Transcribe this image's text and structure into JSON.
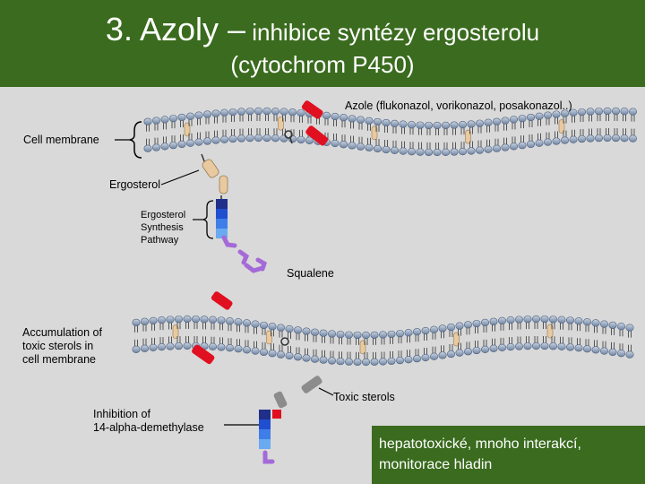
{
  "header": {
    "title_main": "3. Azoly –",
    "title_sub": " inhibice syntézy ergosterolu",
    "title_line2": "(cytochrom P450)"
  },
  "labels": {
    "azole": "Azole (flukonazol, vorikonazol, posakonazol..)",
    "cell_membrane": "Cell membrane",
    "ergosterol": "Ergosterol",
    "pathway": [
      "Ergosterol",
      "Synthesis",
      "Pathway"
    ],
    "squalene": "Squalene",
    "accumulation": [
      "Accumulation of",
      "toxic sterols in",
      "cell membrane"
    ],
    "toxic_sterols": "Toxic sterols",
    "inhibition": [
      "Inhibition of",
      "14-alpha-demethylase"
    ]
  },
  "note": {
    "line1": "hepatotoxické, mnoho interakcí,",
    "line2": "monitorace hladin"
  },
  "colors": {
    "header_bg": "#3a6b1e",
    "diagram_bg": "#d9d9d9",
    "membrane_head": "#8ea2bc",
    "azole_red": "#e01020",
    "ergosterol_tan": "#e8c9a0",
    "pathway_blue": "#1f4fd0",
    "squalene_purple": "#a46ad8",
    "toxic_grey": "#8c8c8c"
  }
}
